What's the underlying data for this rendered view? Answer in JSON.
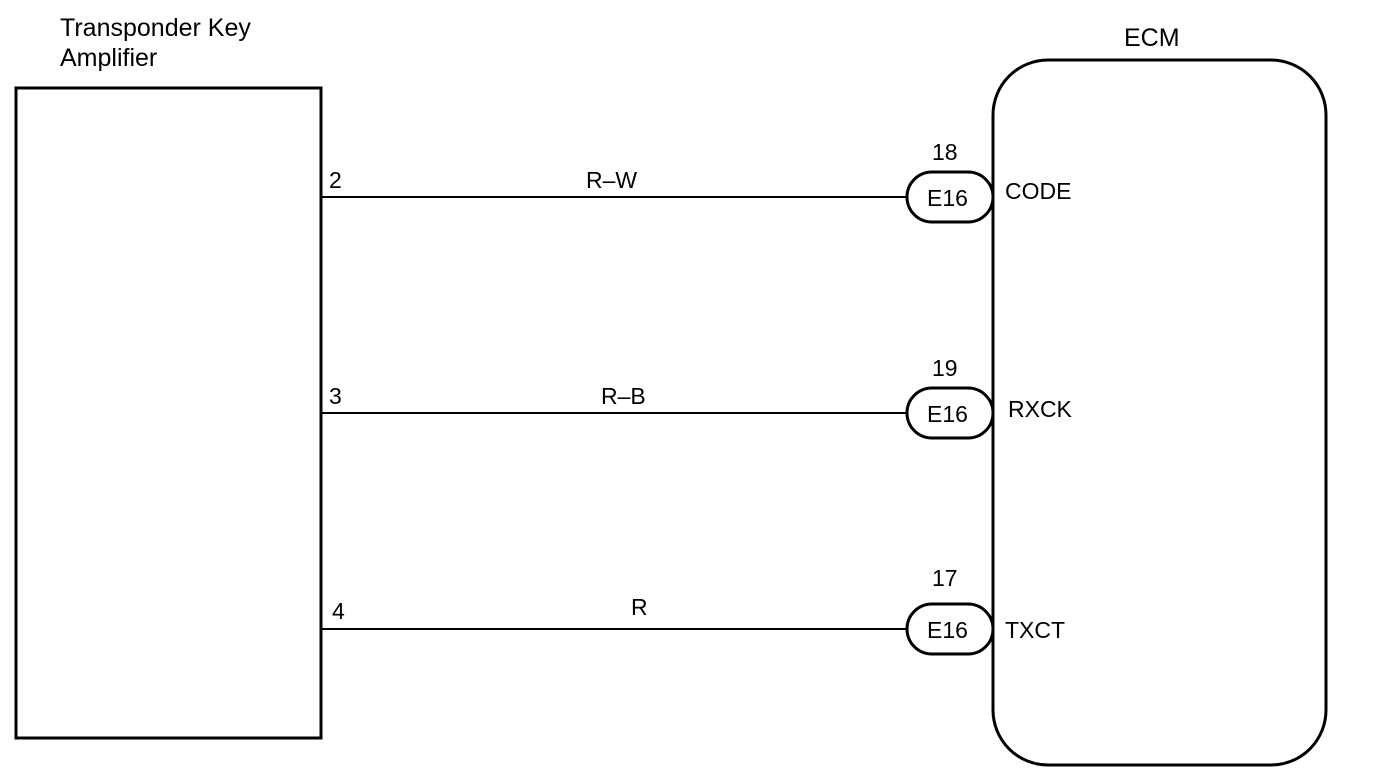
{
  "components": {
    "amplifier": {
      "title_line1": "Transponder Key",
      "title_line2": "Amplifier"
    },
    "ecm": {
      "title": "ECM"
    }
  },
  "wires": [
    {
      "amp_pin": "2",
      "color_code": "R–W",
      "ecm_pin": "18",
      "connector": "E16",
      "signal": "CODE"
    },
    {
      "amp_pin": "3",
      "color_code": "R–B",
      "ecm_pin": "19",
      "connector": "E16",
      "signal": "RXCK"
    },
    {
      "amp_pin": "4",
      "color_code": "R",
      "ecm_pin": "17",
      "connector": "E16",
      "signal": "TXCT"
    }
  ]
}
